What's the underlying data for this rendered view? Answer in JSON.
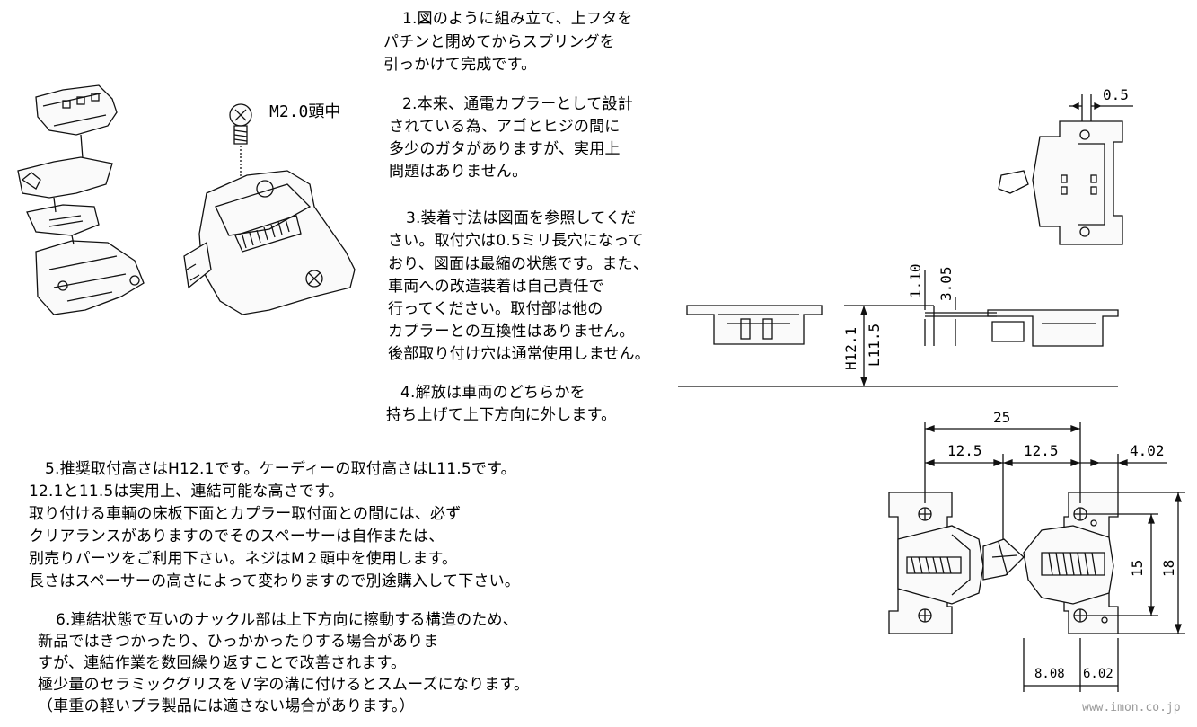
{
  "notes": {
    "n1": [
      "1.図のように組み立て、上フタを",
      "パチンと閉めてからスプリングを",
      "引っかけて完成です。"
    ],
    "n2": [
      "2.本来、通電カプラーとして設計",
      "されている為、アゴとヒジの間に",
      "多少のガタがありますが、実用上",
      "問題はありません。"
    ],
    "n3": [
      "3.装着寸法は図面を参照してくだ",
      "さい。取付穴は0.5ミリ長穴になって",
      "おり、図面は最縮の状態です。また、",
      "車両への改造装着は自己責任で",
      "行ってください。取付部は他の",
      "カプラーとの互換性はありません。",
      "後部取り付け穴は通常使用しません。"
    ],
    "n4": [
      "4.解放は車両のどちらかを",
      "持ち上げて上下方向に外します。"
    ],
    "n5": [
      "5.推奨取付高さはH12.1です。ケーディーの取付高さはL11.5です。",
      "12.1と11.5は実用上、連結可能な高さです。",
      "取り付ける車輌の床板下面とカプラー取付面との間には、必ず",
      "クリアランスがありますのでそのスペーサーは自作または、",
      "別売りパーツをご利用下さい。ネジはM２頭中を使用します。",
      "長さはスペーサーの高さによって変わりますので別途購入して下さい。"
    ],
    "n6": [
      "6.連結状態で互いのナックル部は上下方向に擦動する構造のため、",
      "新品ではきつかったり、ひっかかったりする場合がありま",
      "すが、連結作業を数回繰り返すことで改善されます。",
      "極少量のセラミックグリスをＶ字の溝に付けるとスムーズになります。",
      "（車重の軽いプラ製品には適さない場合があります。）"
    ]
  },
  "labels": {
    "screw": "M2.0頭中",
    "d_0_5": "0.5",
    "d_1_10": "1.10",
    "d_3_05": "3.05",
    "d_h12_1": "H12.1",
    "d_l11_5": "L11.5",
    "d_25": "25",
    "d_12_5a": "12.5",
    "d_12_5b": "12.5",
    "d_4_02": "4.02",
    "d_15": "15",
    "d_18": "18",
    "d_8_08": "8.08",
    "d_6_02": "6.02"
  },
  "watermark": "www.imon.co.jp"
}
